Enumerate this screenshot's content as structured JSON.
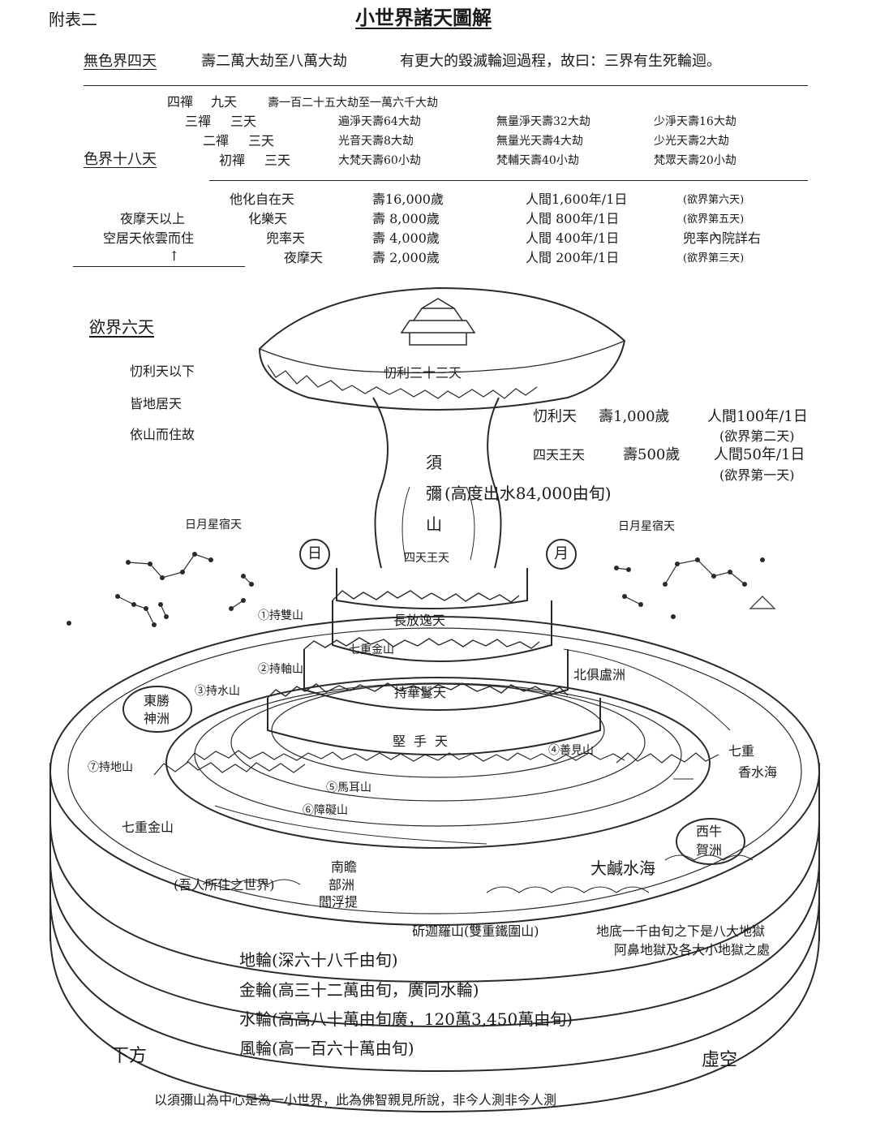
{
  "header": {
    "appendix_label": "附表二",
    "title": "小世界諸天圖解"
  },
  "formless_realm": {
    "label": "無色界四天",
    "life": "壽二萬大劫至八萬大劫",
    "note": "有更大的毀滅輪迴過程，故曰：三界有生死輪迴。"
  },
  "form_realm": {
    "label": "色界十八天",
    "rows": [
      [
        "四禪",
        "九天",
        "壽一百二十五大劫至一萬六千大劫",
        "",
        ""
      ],
      [
        "三禪",
        "三天",
        "遍淨天壽64大劫",
        "無量淨天壽32大劫",
        "少淨天壽16大劫"
      ],
      [
        "二禪",
        "三天",
        "光音天壽8大劫",
        "無量光天壽4大劫",
        "少光天壽2大劫"
      ],
      [
        "初禪",
        "三天",
        "大梵天壽60小劫",
        "梵輔天壽40小劫",
        "梵眾天壽20小劫"
      ]
    ]
  },
  "desire_upper": {
    "side_note_1": "夜摩天以上",
    "side_note_2": "空居天依雲而住",
    "arrow": "↑",
    "rows": [
      [
        "他化自在天",
        "壽16,000歲",
        "人間1,600年/1日",
        "(欲界第六天)"
      ],
      [
        "化樂天",
        "壽 8,000歲",
        "人間 800年/1日",
        "(欲界第五天)"
      ],
      [
        "兜率天",
        "壽 4,000歲",
        "人間 400年/1日",
        "兜率內院詳右"
      ],
      [
        "夜摩天",
        "壽 2,000歲",
        "人間 200年/1日",
        "(欲界第三天)"
      ]
    ]
  },
  "desire_realm": {
    "label": "欲界六天",
    "note_1": "忉利天以下",
    "note_2": "皆地居天",
    "note_3": "依山而住故"
  },
  "mountain": {
    "top_label": "忉利三十三天",
    "trayastrimsa": [
      "忉利天",
      "壽1,000歲",
      "人間100年/1日",
      "(欲界第二天)"
    ],
    "four_kings": [
      "四天王天",
      "壽500歲",
      "人間50年/1日",
      "(欲界第一天)"
    ],
    "sumeru_chars": [
      "須",
      "彌",
      "山"
    ],
    "height_note": "(高度出水84,000由旬)",
    "sun_moon_left": "日月星宿天",
    "sun_moon_right": "日月星宿天",
    "sun": "日",
    "moon": "月",
    "tier_labels": [
      "四天王天",
      "長放逸天",
      "七重金山",
      "持華鬘天",
      "堅手天"
    ]
  },
  "ranges": [
    "①持雙山",
    "②持軸山",
    "③持水山",
    "④善見山",
    "⑤馬耳山",
    "⑥障礙山",
    "⑦持地山"
  ],
  "continents": {
    "east": [
      "東勝",
      "神洲"
    ],
    "north": "北俱盧洲",
    "west": [
      "西牛",
      "賀洲"
    ],
    "south": [
      "南瞻",
      "部洲",
      "閻浮提"
    ],
    "our_world": "(吾人所住之世界)"
  },
  "seas": {
    "fragrant": [
      "七重",
      "香水海"
    ],
    "golden": "七重金山",
    "salt": "大鹹水海"
  },
  "iron_ring": {
    "label": "斫迦羅山(雙重鐵圍山)",
    "hell_note_1": "地底一千由旬之下是八大地獄",
    "hell_note_2": "阿鼻地獄及各大小地獄之處"
  },
  "layers": [
    "地輪(深六十八千由旬)",
    "金輪(高三十二萬由旬，廣同水輪)",
    "水輪(高高八十萬由旬廣，120萬3,450萬由旬)",
    "風輪(高一百六十萬由旬)"
  ],
  "corners": {
    "below": "下方",
    "void": "虛空"
  },
  "footer": "以須彌山為中心是為一小世界，此為佛智親見所說，非今人測非今人測"
}
